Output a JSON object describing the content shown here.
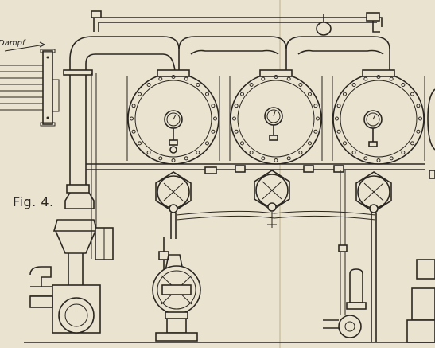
{
  "figure": {
    "label": "Fig. 4."
  },
  "annotations": {
    "steam_label": "Dampf"
  },
  "colors": {
    "paper": "#e9e3cf",
    "ink": "#2a2622"
  },
  "components": {
    "flanged_drums": 3,
    "pressure_gauges": 3,
    "sight_glass_fittings": 3
  }
}
